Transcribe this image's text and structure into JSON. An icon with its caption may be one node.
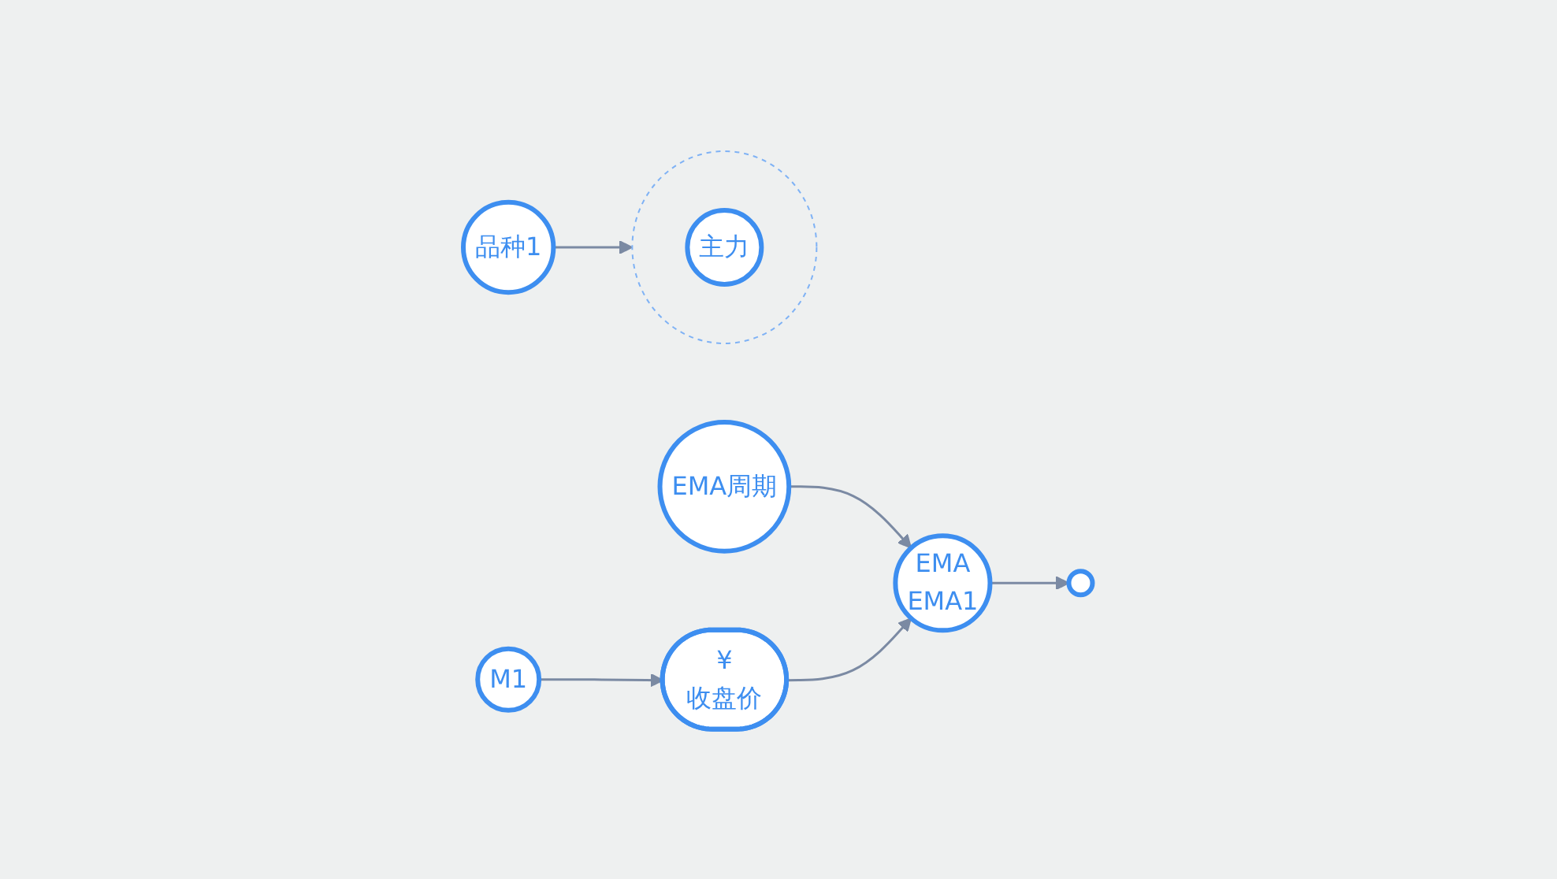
{
  "diagram": {
    "nodes": [
      {
        "text": [
          "EMA周期"
        ]
      },
      {
        "text": [
          "EMA",
          "EMA1"
        ]
      },
      {
        "text": [],
        "shape": "circle"
      },
      {
        "text": [
          "M1"
        ]
      },
      {
        "text": [
          "¥",
          "收盘价"
        ]
      },
      {
        "text": [
          "品种1"
        ]
      },
      {
        "text": [],
        "shape": "circle"
      },
      {
        "text": [
          "主力"
        ],
        "in": 6
      }
    ],
    "edges": [
      {
        "from": 0,
        "to": 1,
        "arrow": "to"
      },
      {
        "from": 4,
        "to": 1,
        "arrow": "to"
      },
      {
        "from": 1,
        "to": 2,
        "arrow": "to"
      },
      {
        "from": 3,
        "to": 4,
        "arrow": "to"
      },
      {
        "from": 5,
        "to": 6,
        "arrow": "to"
      }
    ]
  }
}
